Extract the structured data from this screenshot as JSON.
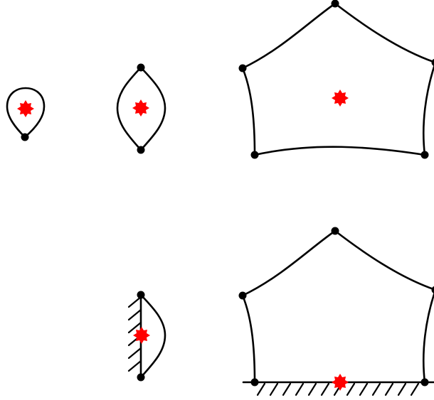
{
  "colors": {
    "ink": "#000000",
    "marker": "#ff0000",
    "background": "#ffffff"
  },
  "icons": {
    "vertex": "filled-circle",
    "marker": "eight-point-star"
  },
  "figures": [
    {
      "id": "loop",
      "vertices": 1,
      "marker": "interior",
      "boundary": "none"
    },
    {
      "id": "bigon",
      "vertices": 2,
      "marker": "interior",
      "boundary": "none"
    },
    {
      "id": "pentagon",
      "vertices": 5,
      "marker": "interior",
      "boundary": "none"
    },
    {
      "id": "bigon-on-boundary",
      "vertices": 2,
      "marker": "on-boundary-edge",
      "boundary": "hatched-wall"
    },
    {
      "id": "pentagon-on-boundary",
      "vertices": 5,
      "marker": "on-boundary-edge",
      "boundary": "hatched-floor"
    }
  ]
}
